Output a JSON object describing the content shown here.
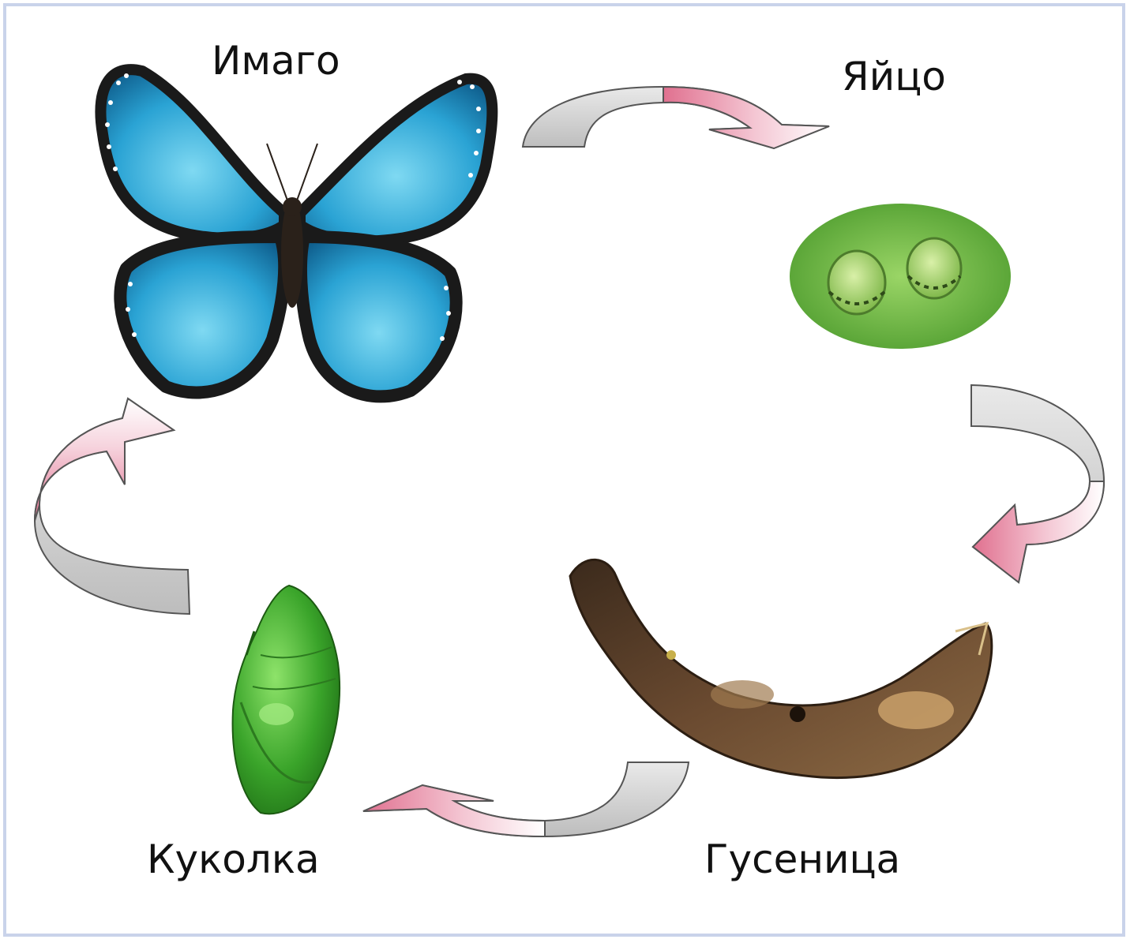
{
  "stages": {
    "imago": {
      "label": "Имаго",
      "icon": "butterfly-icon"
    },
    "egg": {
      "label": "Яйцо",
      "icon": "egg-icon"
    },
    "caterpillar": {
      "label": "Гусеница",
      "icon": "caterpillar-icon"
    },
    "pupa": {
      "label": "Куколка",
      "icon": "pupa-icon"
    }
  },
  "colors": {
    "frame_border": "#c9d3ea",
    "arrow_gray": "#cfcfcf",
    "arrow_pink": "#e58aa5",
    "butterfly_blue": "#38a9d9",
    "egg_green": "#7cc04c",
    "pupa_green": "#3aa42a",
    "caterpillar_brown": "#5b3f28"
  }
}
